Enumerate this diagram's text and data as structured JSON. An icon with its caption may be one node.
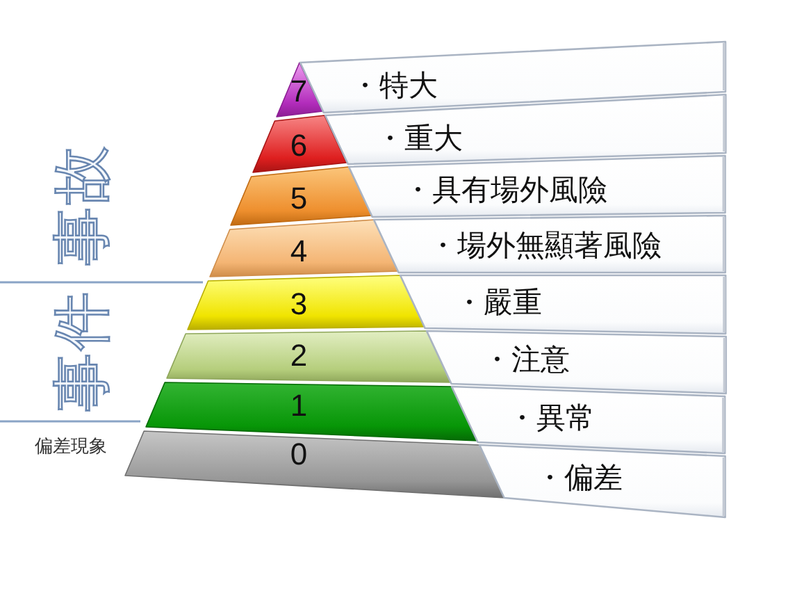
{
  "diagram": {
    "nodes": [
      {
        "text": [
          "7"
        ]
      },
      {
        "text": [
          "・特大"
        ]
      },
      {
        "text": [
          "6"
        ]
      },
      {
        "text": [
          "・重大"
        ]
      },
      {
        "text": [
          "5"
        ]
      },
      {
        "text": [
          "・具有場外風險"
        ]
      },
      {
        "text": [
          "4"
        ]
      },
      {
        "text": [
          "・場外無顯著風險"
        ]
      },
      {
        "text": [
          "3"
        ]
      },
      {
        "text": [
          "・嚴重"
        ]
      },
      {
        "text": [
          "2"
        ]
      },
      {
        "text": [
          "・注意"
        ]
      },
      {
        "text": [
          "1"
        ]
      },
      {
        "text": [
          "・異常"
        ]
      },
      {
        "text": [
          "0"
        ]
      },
      {
        "text": [
          "・偏差"
        ]
      }
    ],
    "labels": [
      "事故",
      "事件",
      "偏差現象"
    ]
  }
}
